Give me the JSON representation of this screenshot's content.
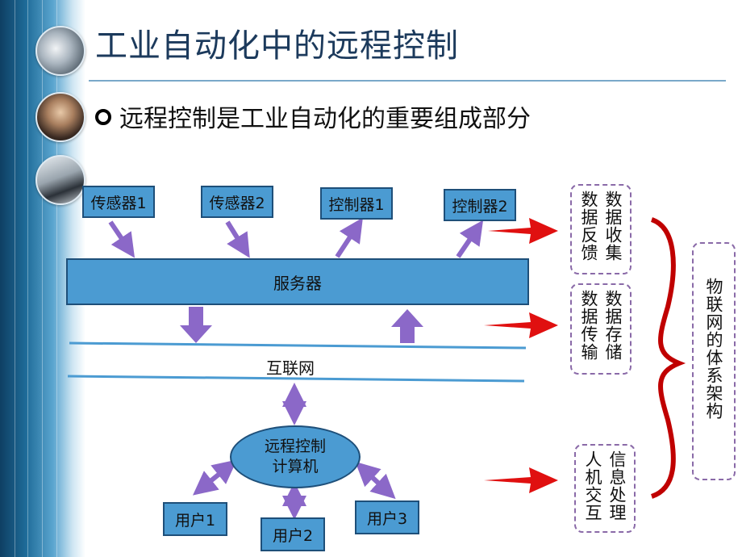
{
  "slide": {
    "title": "工业自动化中的远程控制",
    "bullet": "远程控制是工业自动化的重要组成部分"
  },
  "diagram": {
    "sensor1": "传感器1",
    "sensor2": "传感器2",
    "controller1": "控制器1",
    "controller2": "控制器2",
    "server": "服务器",
    "internet": "互联网",
    "remote_line1": "远程控制",
    "remote_line2": "计算机",
    "user1": "用户1",
    "user2": "用户2",
    "user3": "用户3"
  },
  "side": {
    "box1_col1": "数据收集",
    "box1_col2": "数据反馈",
    "box2_col1": "数据存储",
    "box2_col2": "数据传输",
    "box3_col1": "信息处理",
    "box3_col2": "人机交互",
    "arch": "物联网的体系架构"
  },
  "colors": {
    "box_fill": "#4b9bd2",
    "box_border": "#1e4f79",
    "arrow_purple": "#8b68c8",
    "arrow_red": "#e01010",
    "bracket": "#c00000",
    "title": "#1c3a5c"
  }
}
